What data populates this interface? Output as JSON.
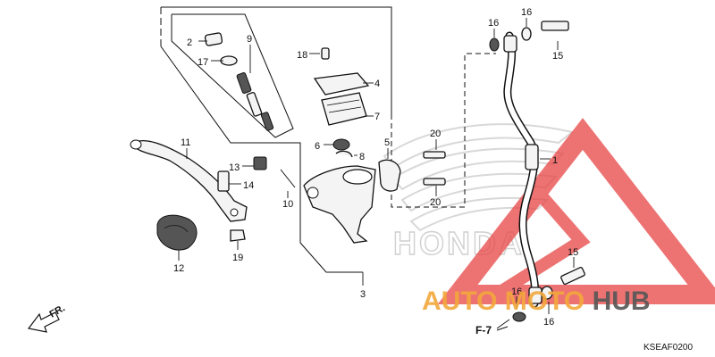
{
  "labels": {
    "p1": "1",
    "p2": "2",
    "p3": "3",
    "p4": "4",
    "p5": "5",
    "p6": "6",
    "p7": "7",
    "p8": "8",
    "p9": "9",
    "p10": "10",
    "p11": "11",
    "p12": "12",
    "p13": "13",
    "p14": "14",
    "p15a": "15",
    "p15b": "15",
    "p16a": "16",
    "p16b": "16",
    "p16c": "16",
    "p16d": "16",
    "p17": "17",
    "p18": "18",
    "p19": "19",
    "p20a": "20",
    "p20b": "20"
  },
  "direction_label": "FR.",
  "ref_label": "F-7",
  "diagram_code": "KSEAF0200",
  "background_brand": "HONDA",
  "watermark": {
    "auto": "AUTO",
    "moto": "MOTO",
    "hub": "HUB",
    "color_primary": "#f2a73b",
    "color_secondary": "#555555",
    "triangle_color": "#e84545"
  }
}
